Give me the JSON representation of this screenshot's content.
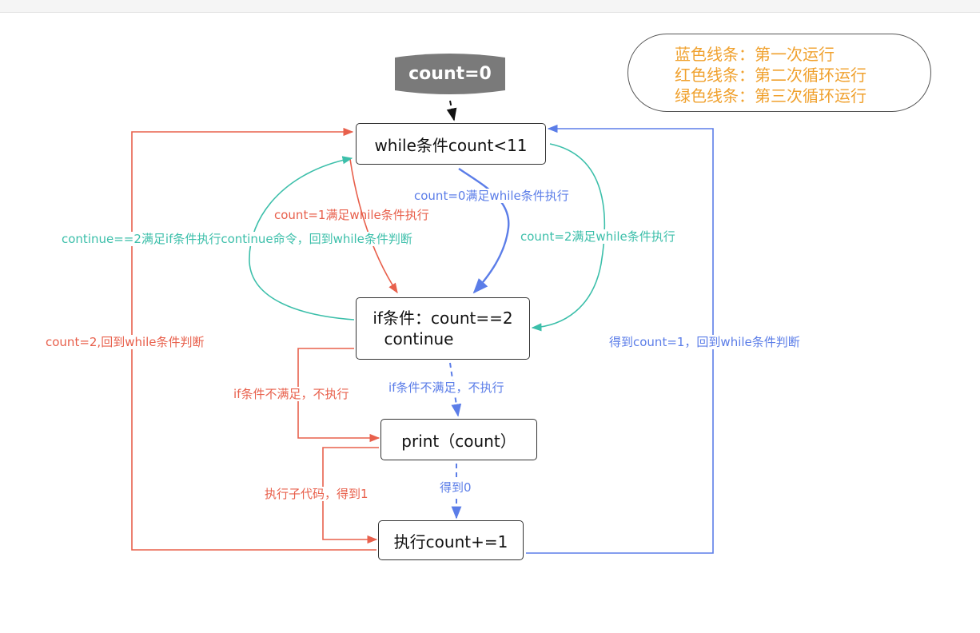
{
  "start": {
    "label": "count=0"
  },
  "nodes": {
    "while_cond": "while条件count<11",
    "if_cond_line1": "if条件：count==2",
    "if_cond_line2": "continue",
    "print": "print（count）",
    "increment": "执行count+=1"
  },
  "edges": {
    "blue_count0": "count=0满足while条件执行",
    "red_count1": "count=1满足while条件执行",
    "green_count2": "count=2满足while条件执行",
    "green_continue": "continue==2满足if条件执行continue命令，回到while条件判断",
    "red_back": "count=2,回到while条件判断",
    "blue_back": "得到count=1，回到while条件判断",
    "red_if_not": "if条件不满足，不执行",
    "blue_if_not": "if条件不满足，不执行",
    "blue_get0": "得到0",
    "red_exec": "执行子代码，得到1"
  },
  "legend": {
    "blue": "蓝色线条：第一次运行",
    "red": "红色线条：第二次循环运行",
    "green": "绿色线条：第三次循环运行"
  },
  "colors": {
    "blue": "#5b7de8",
    "red": "#e8604c",
    "green": "#3cbfaa",
    "start_fill": "#7a7a7a",
    "legend_text": "#f0a12e"
  }
}
